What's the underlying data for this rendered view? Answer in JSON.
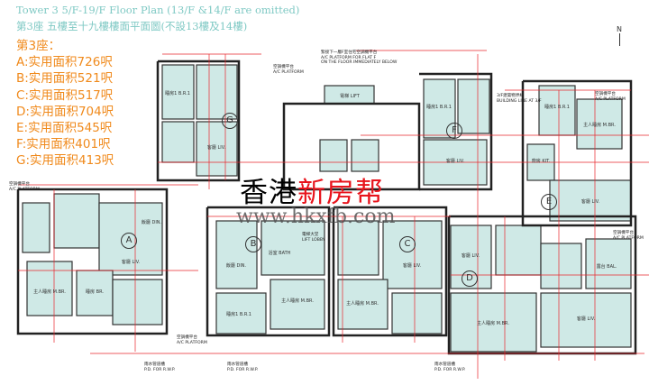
{
  "header": {
    "title_en": "Tower 3  5/F-19/F Floor Plan (13/F &14/F are omitted)",
    "title_zh": "第3座 五樓至十九樓樓面平面圖(不設13樓及14樓)"
  },
  "legend": {
    "heading": "第3座：",
    "units": [
      "A:实用面积726呎",
      "B:实用面积521呎",
      "C:实用面积517呎",
      "D:实用面积704呎",
      "E:实用面积545呎",
      "F:实用面积401呎",
      "G:实用面积413呎"
    ]
  },
  "plan": {
    "unit_letters": [
      "A",
      "B",
      "C",
      "D",
      "E",
      "F",
      "G"
    ],
    "notes": [
      "緊接下一層F室住宅空調機平台\nA/C PLATFORM FOR FLAT F\nON THE FLOOR IMMEDIATELY BELOW",
      "空調機平台\nA/C PLATFORM",
      "3/F建築物界線\nBUILDING LINE AT 3/F",
      "空調機平台\nA/C PLATFORM",
      "空調機平台\nA/C PLATFORM",
      "電梯大堂\nLIFT LOBBY",
      "雨水管道槽\nP.D. FOR R.W.P.",
      "雨水管道槽\nP.D. FOR R.W.P.",
      "雨水管道槽\nP.D. FOR R.W.P.",
      "空調機平台\nA/C PLATFORM",
      "空調機平台\nA/C PLATFORM"
    ],
    "rooms": [
      "客廳 LIV.",
      "飯廳 DIN.",
      "睡房 BR.",
      "主人睡房 M.BR.",
      "浴室 BATH",
      "廚房 KIT.",
      "露台 BAL.",
      "睡房1 B.R.1",
      "電梯 LIFT",
      "客廳 LIV.",
      "飯廳 DIN.",
      "主人睡房 M.BR.",
      "睡房1 B.R.1",
      "客廳 LIV.",
      "主人睡房 M.BR.",
      "客廳 LIV.",
      "主人睡房 M.BR.",
      "客廳 LIV.",
      "睡房1 B.R.1",
      "客廳 LIV."
    ],
    "north_label": "N"
  },
  "watermark": {
    "black": "香港",
    "red": "新房帮",
    "url": "www.hkxfb.com"
  },
  "colors": {
    "title": "#7fc9c4",
    "legend": "#f08a1c",
    "room_fill": "#cfe9e6",
    "dimension": "#e8262c",
    "watermark_red": "#e8141c"
  }
}
